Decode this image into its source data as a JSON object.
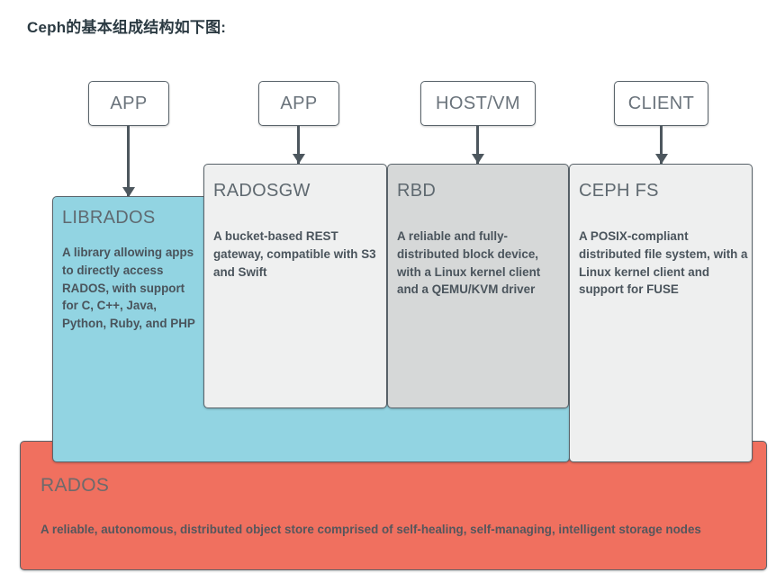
{
  "page": {
    "title": "Ceph的基本组成结构如下图:"
  },
  "diagram": {
    "name": "ceph-architecture-diagram",
    "clients": [
      {
        "id": "app-1",
        "label": "APP"
      },
      {
        "id": "app-2",
        "label": "APP"
      },
      {
        "id": "host-vm",
        "label": "HOST/VM"
      },
      {
        "id": "client",
        "label": "CLIENT"
      }
    ],
    "layers": {
      "librados": {
        "title": "LIBRADOS",
        "body": "A library allowing apps to directly access RADOS, with support for C, C++, Java, Python, Ruby, and PHP",
        "body_lines": [
          "A library allowing",
          "apps to directly",
          "access RADOS,",
          "with support for",
          "C, C++, Java,",
          "Python, Ruby,",
          "and PHP"
        ],
        "color": "#92d4e2"
      },
      "radosgw": {
        "title": "RADOSGW",
        "body": "A bucket-based REST gateway, compatible with S3 and Swift",
        "body_lines": [
          "A bucket-based REST",
          "gateway, compatible with",
          "S3 and Swift"
        ],
        "color": "#eff0f0"
      },
      "rbd": {
        "title": "RBD",
        "body": "A reliable and fully-distributed block device, with a Linux kernel client and a QEMU/KVM driver",
        "body_lines": [
          "A reliable and fully-",
          "distributed block device,",
          "with a Linux kernel client",
          "and a QEMU/KVM driver"
        ],
        "color": "#d6d8d8"
      },
      "cephfs": {
        "title": "CEPH FS",
        "body": "A POSIX-compliant distributed file system, with a Linux kernel client and support for FUSE",
        "body_lines": [
          "A POSIX-compliant",
          "distributed file system,",
          "with a Linux kernel client",
          "and support for FUSE"
        ],
        "color": "#eeefef"
      },
      "rados": {
        "title": "RADOS",
        "body": "A reliable, autonomous, distributed object store comprised of self-healing, self-managing, intelligent storage nodes",
        "body_lines": [
          "A reliable, autonomous, distributed object store comprised of self-healing, self-managing, intelligent storage",
          "nodes"
        ],
        "color": "#f0705f"
      }
    }
  }
}
